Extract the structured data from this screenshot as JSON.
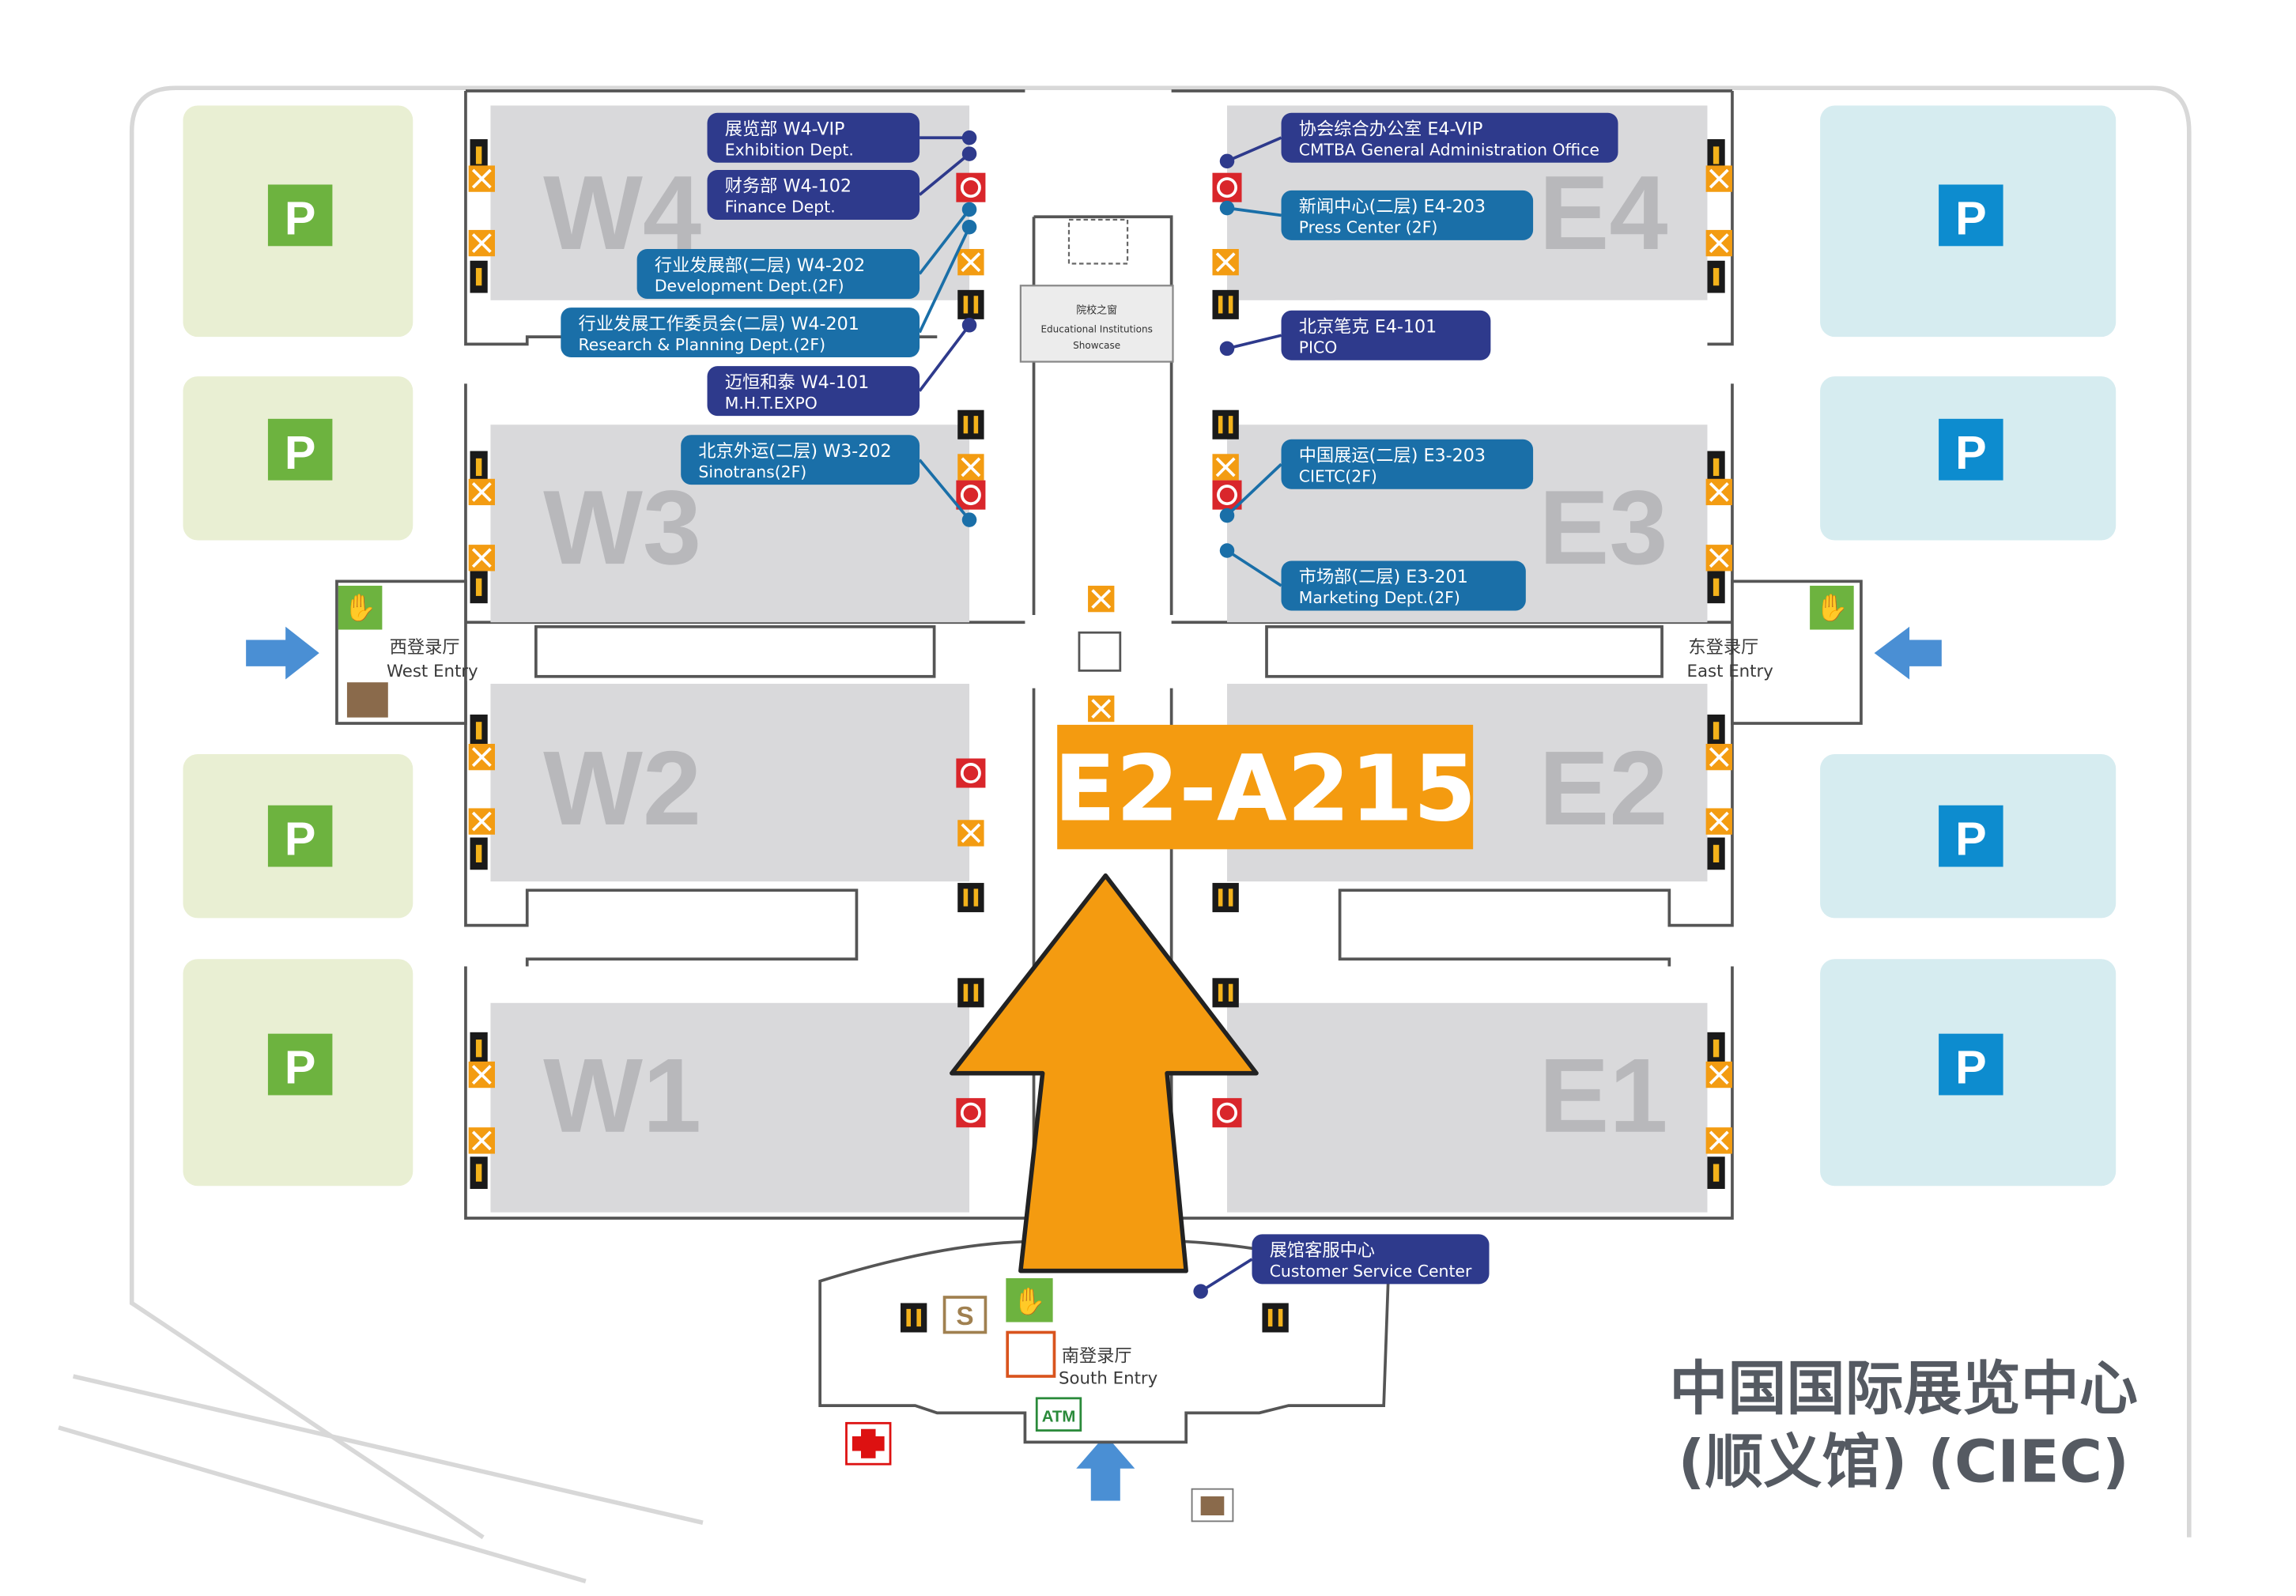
{
  "colors": {
    "hall_fill": "#d9d9db",
    "hall_label": "#b8b8bb",
    "parking_west_bg": "#e9efd3",
    "parking_west_sign": "#6db33f",
    "parking_east_bg": "#d6ecf0",
    "parking_east_sign": "#0d8ccf",
    "callout_navy": "#2e3a8c",
    "callout_teal": "#1a6fa8",
    "orange": "#f39c12",
    "booth_bg": "#f49b10",
    "arrow_blue": "#4a8fd4",
    "title": "#555a62"
  },
  "halls": {
    "W4": "W4",
    "W3": "W3",
    "W2": "W2",
    "W1": "W1",
    "E4": "E4",
    "E3": "E3",
    "E2": "E2",
    "E1": "E1"
  },
  "parking": {
    "label": "P"
  },
  "callouts": [
    {
      "id": "w4-vip",
      "cn": "展览部 W4-VIP",
      "en": "Exhibition Dept.",
      "color": "navy"
    },
    {
      "id": "w4-102",
      "cn": "财务部 W4-102",
      "en": "Finance Dept.",
      "color": "navy"
    },
    {
      "id": "w4-202",
      "cn": "行业发展部(二层) W4-202",
      "en": "Development Dept.(2F)",
      "color": "teal"
    },
    {
      "id": "w4-201",
      "cn": "行业发展工作委员会(二层) W4-201",
      "en": "Research & Planning Dept.(2F)",
      "color": "teal"
    },
    {
      "id": "w4-101",
      "cn": "迈恒和泰 W4-101",
      "en": "M.H.T.EXPO",
      "color": "navy"
    },
    {
      "id": "w3-202",
      "cn": "北京外运(二层) W3-202",
      "en": "Sinotrans(2F)",
      "color": "teal"
    },
    {
      "id": "e4-vip",
      "cn": "协会综合办公室 E4-VIP",
      "en": "CMTBA General Administration Office",
      "color": "navy"
    },
    {
      "id": "e4-203",
      "cn": "新闻中心(二层) E4-203",
      "en": "Press Center (2F)",
      "color": "teal"
    },
    {
      "id": "e4-101",
      "cn": "北京笔克 E4-101",
      "en": "PICO",
      "color": "navy"
    },
    {
      "id": "e3-203",
      "cn": "中国展运(二层) E3-203",
      "en": "CIETC(2F)",
      "color": "teal"
    },
    {
      "id": "e3-201",
      "cn": "市场部(二层) E3-201",
      "en": "Marketing Dept.(2F)",
      "color": "teal"
    },
    {
      "id": "csc",
      "cn": "展馆客服中心",
      "en": "Customer Service Center",
      "color": "navy"
    }
  ],
  "showcase": {
    "cn": "院校之窗",
    "en1": "Educational Institutions",
    "en2": "Showcase"
  },
  "entries": {
    "west": {
      "cn": "西登录厅",
      "en": "West Entry"
    },
    "east": {
      "cn": "东登录厅",
      "en": "East Entry"
    },
    "south": {
      "cn": "南登录厅",
      "en": "South Entry"
    }
  },
  "booth": {
    "label": "E2-A215"
  },
  "amenities": {
    "atm": "ATM",
    "service": "S"
  },
  "title": {
    "line1": "中国国际展览中心",
    "line2": "(顺义馆) (CIEC)"
  },
  "icons": {
    "toilet": "toilet-icon",
    "restaurant": "restaurant-icon",
    "fire": "fire-hydrant-icon",
    "registration": "registration-icon",
    "luggage": "luggage-icon",
    "first_aid": "first-aid-icon",
    "info": "info-icon"
  }
}
